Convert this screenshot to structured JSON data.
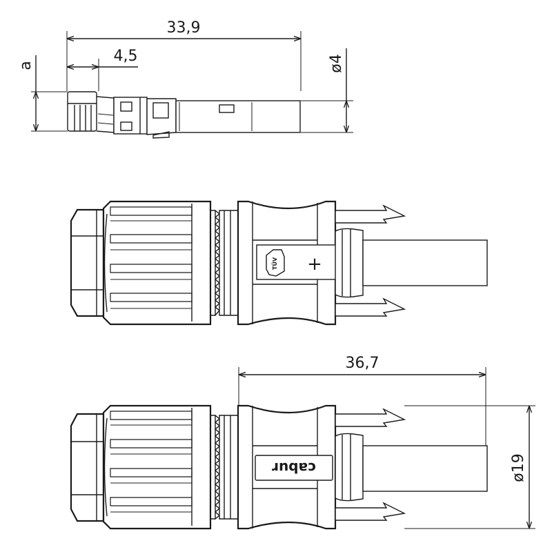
{
  "dimensions": {
    "contact_length": "33,9",
    "contact_tip": "4,5",
    "contact_height_label": "a",
    "contact_diameter": "ø4",
    "connector_length": "36,7",
    "connector_diameter": "ø19"
  },
  "markings": {
    "polarity": "+",
    "cert_mark": "TÜV",
    "brand": "cabur"
  }
}
